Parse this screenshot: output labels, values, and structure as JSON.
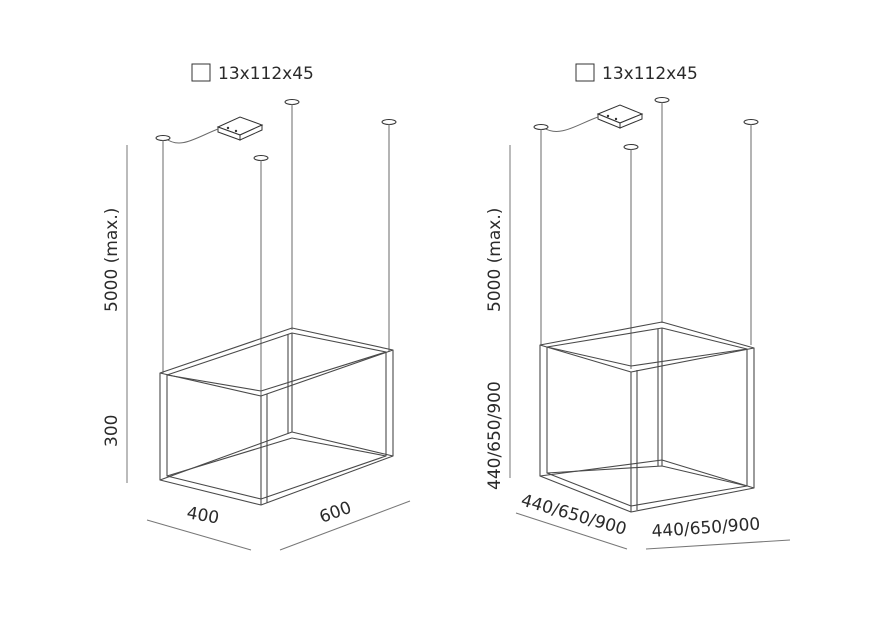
{
  "colors": {
    "line": "#4a4a4a",
    "text": "#2a2a2a",
    "background": "#ffffff"
  },
  "left_unit": {
    "driver_label": "13x112x45",
    "height_cable_label": "5000 (max.)",
    "height_frame_label": "300",
    "depth_label": "400",
    "width_label": "600"
  },
  "right_unit": {
    "driver_label": "13x112x45",
    "height_cable_label": "5000 (max.)",
    "height_frame_label": "440/650/900",
    "depth_label": "440/650/900",
    "width_label": "440/650/900"
  }
}
